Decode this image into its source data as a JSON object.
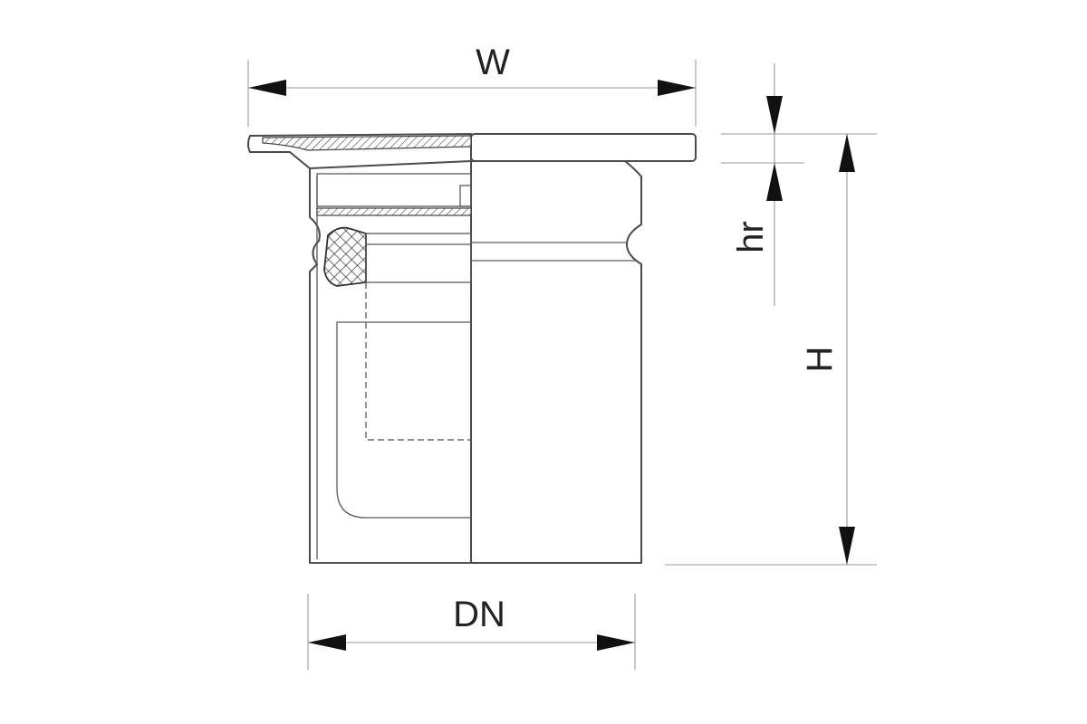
{
  "labels": {
    "width": "W",
    "nominal_diameter": "DN",
    "height": "H",
    "rim_height": "hr"
  },
  "colors": {
    "line": "#4a4a4a",
    "dimension": "#9a9a9a",
    "arrow": "#111111",
    "background": "#ffffff"
  }
}
